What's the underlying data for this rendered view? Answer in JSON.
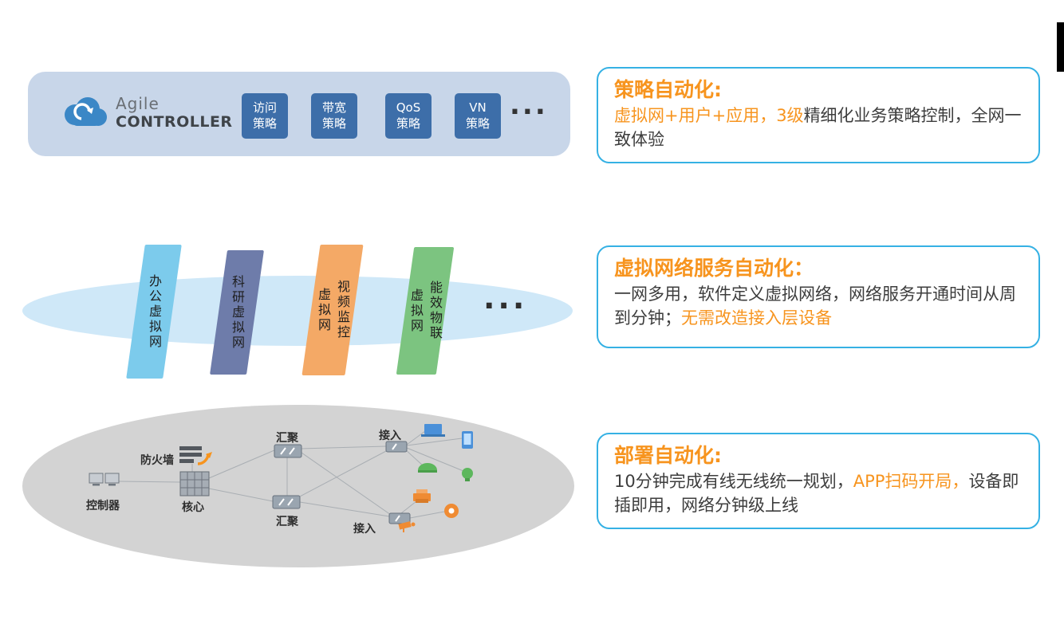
{
  "colors": {
    "accent_orange": "#f7941e",
    "callout_border_blue": "#35b1e4",
    "banner_bg": "#c8d6e9",
    "policy_button_blue": "#3d6ea9",
    "virtual_layer_ellipse": "#cfe8f8",
    "physical_layer_ellipse": "#d3d3d3",
    "vn_office_blue": "#7ccbec",
    "vn_research_blue": "#6e7caa",
    "vn_video_orange": "#f4a966",
    "vn_energy_green": "#7cc480"
  },
  "banner": {
    "brand_top": "Agile",
    "brand_bottom": "CONTROLLER",
    "policies": [
      {
        "line1": "访问",
        "line2": "策略"
      },
      {
        "line1": "带宽",
        "line2": "策略"
      },
      {
        "line1": "QoS",
        "line2": "策略"
      },
      {
        "line1": "VN",
        "line2": "策略"
      }
    ],
    "more": "..."
  },
  "virtual_layer": {
    "planes": [
      {
        "col1": "办公虚拟网",
        "col2": ""
      },
      {
        "col1": "科研虚拟网",
        "col2": ""
      },
      {
        "col1": "视频监控",
        "col2": "虚拟网"
      },
      {
        "col1": "能效物联",
        "col2": "虚拟网"
      }
    ],
    "more": "..."
  },
  "physical_layer": {
    "labels": {
      "firewall": "防火墙",
      "controller": "控制器",
      "core": "核心",
      "agg_top": "汇聚",
      "agg_bottom": "汇聚",
      "access_top": "接入",
      "access_bottom": "接入"
    },
    "icons": {
      "cloud-icon": "blue cloud with white swirl",
      "firewall-icon": "stacked bars with orange arrow",
      "controller-icon": "two small monitors",
      "core-switch-icon": "gray chassis grid",
      "agg-switch-icon": "gray switch box",
      "access-switch-icon": "small gray switch box",
      "laptop-icon": "blue laptop",
      "tablet-icon": "blue tablet",
      "dome-camera-icon": "green dome camera",
      "bulb-icon": "green smart bulb",
      "printer-icon": "orange printer",
      "ip-phone-icon": "orange round device",
      "cctv-camera-icon": "orange cctv camera"
    }
  },
  "callouts": [
    {
      "title": "策略自动化:",
      "segments": [
        {
          "text": "虚拟网+用户+应用，3级",
          "tone": "orange"
        },
        {
          "text": "精细化业务策略控制，全网一致体验",
          "tone": "dark"
        }
      ]
    },
    {
      "title": "虚拟网络服务自动化：",
      "segments": [
        {
          "text": "一网多用，软件定义虚拟网络，网络服务开通时间从周到分钟；",
          "tone": "dark"
        },
        {
          "text": "无需改造接入层设备",
          "tone": "orange"
        }
      ]
    },
    {
      "title": "部署自动化:",
      "segments": [
        {
          "text": "10分钟完成有线无线统一规划，",
          "tone": "dark"
        },
        {
          "text": "APP扫码开局，",
          "tone": "orange"
        },
        {
          "text": "设备即插即用，网络分钟级上线",
          "tone": "dark"
        }
      ]
    }
  ]
}
